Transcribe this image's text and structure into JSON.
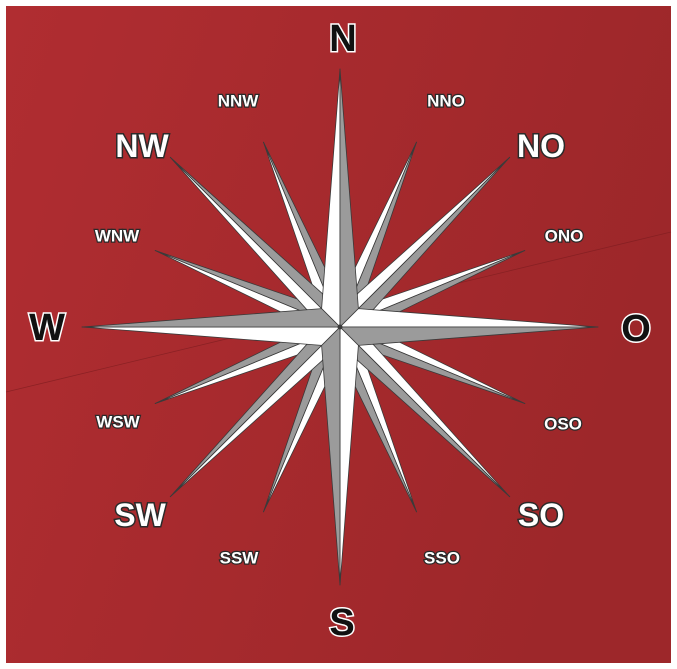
{
  "colors": {
    "background": "#a62b2e",
    "background_edge": "#9a2528",
    "ray_light": "#ffffff",
    "ray_dark": "#9b9b9b",
    "outline": "#3a3a3a",
    "frame": "#ffffff"
  },
  "compass": {
    "cardinal": {
      "north": "N",
      "east": "O",
      "south": "S",
      "west": "W"
    },
    "intercardinal": {
      "northeast": "NO",
      "southeast": "SO",
      "southwest": "SW",
      "northwest": "NW"
    },
    "secondary": {
      "nno": "NNO",
      "ono": "ONO",
      "oso": "OSO",
      "sso": "SSO",
      "ssw": "SSW",
      "wsw": "WSW",
      "wnw": "WNW",
      "nnw": "NNW"
    }
  }
}
